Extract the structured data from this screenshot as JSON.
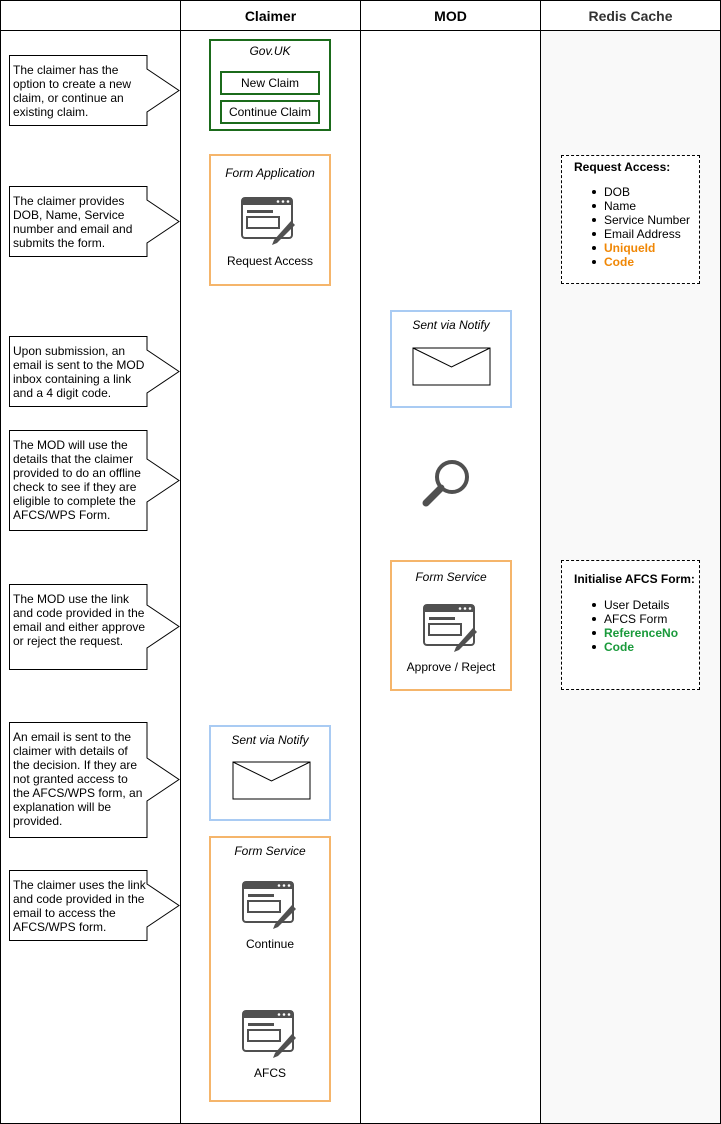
{
  "headers": {
    "claimer": "Claimer",
    "mod": "MOD",
    "redis": "Redis Cache"
  },
  "notes": [
    "The claimer has the option to create a new claim, or continue an existing claim.",
    "The claimer provides DOB, Name, Service number and email and submits the form.",
    "Upon submission, an email is sent to the MOD inbox containing a link and a 4 digit code.",
    "The MOD will use the details that the claimer provided to do an offline check to see if they are eligible to complete the AFCS/WPS Form.",
    "The MOD use the link and code provided in the email and either approve or reject the request.",
    "An email is sent to the claimer with details of the decision. If they are not granted access to the AFCS/WPS form, an explanation will be provided.",
    "The claimer uses the link and code provided in the email to access the AFCS/WPS form."
  ],
  "govuk": {
    "title": "Gov.UK",
    "new_claim": "New Claim",
    "continue_claim": "Continue Claim"
  },
  "form_application": {
    "title": "Form Application",
    "label": "Request Access"
  },
  "mod_notify": {
    "title": "Sent via Notify"
  },
  "mod_form_service": {
    "title": "Form Service",
    "label": "Approve / Reject"
  },
  "claimer_notify": {
    "title": "Sent via Notify"
  },
  "claimer_form_service": {
    "title": "Form Service",
    "continue_label": "Continue",
    "afcs_label": "AFCS"
  },
  "cache_request": {
    "title": "Request Access:",
    "items": [
      "DOB",
      "Name",
      "Service Number",
      "Email Address"
    ],
    "highlight_items": [
      "UniqueId",
      "Code"
    ],
    "highlight_color": "#f08705"
  },
  "cache_afcs": {
    "title": "Initialise AFCS Form:",
    "items": [
      "User Details",
      "AFCS Form"
    ],
    "highlight_items": [
      "ReferenceNo",
      "Code"
    ],
    "highlight_color": "#1a9a3b"
  },
  "colors": {
    "green_border": "#1b6b1b",
    "orange_border": "#f5b56b",
    "blue_border": "#a9cbf3"
  }
}
